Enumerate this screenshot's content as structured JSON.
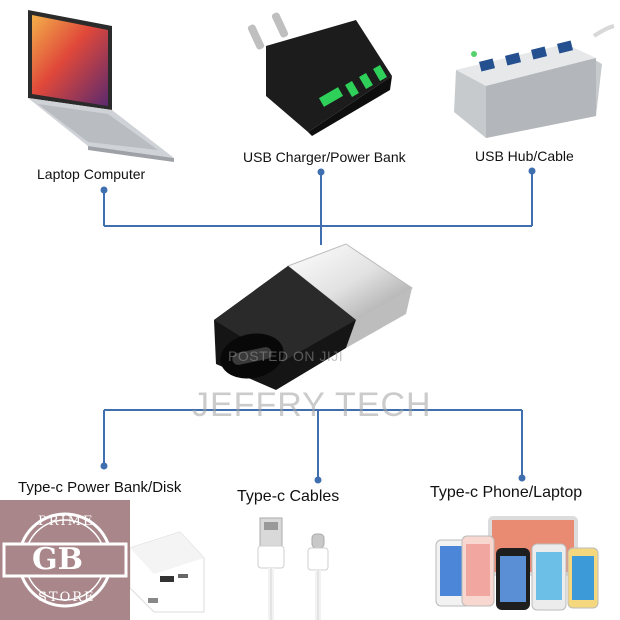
{
  "sources": [
    {
      "label": "Laptop Computer",
      "icon": "laptop-icon"
    },
    {
      "label": "USB Charger/Power Bank",
      "icon": "usb-charger-icon"
    },
    {
      "label": "USB Hub/Cable",
      "icon": "usb-hub-icon"
    }
  ],
  "targets": [
    {
      "label": "Type-c Power Bank/Disk",
      "icon": "power-bank-icon"
    },
    {
      "label": "Type-c Cables",
      "icon": "usb-cables-icon"
    },
    {
      "label": "Type-c Phone/Laptop",
      "icon": "phones-icon"
    }
  ],
  "watermark": {
    "small": "POSTED ON JIJI",
    "big": "JEFFRY TECH"
  },
  "badge": {
    "top": "PRIME",
    "main": "GB",
    "bottom": "STORE"
  },
  "colors": {
    "connector": "#3f6fae",
    "badge": "#a8868a"
  }
}
